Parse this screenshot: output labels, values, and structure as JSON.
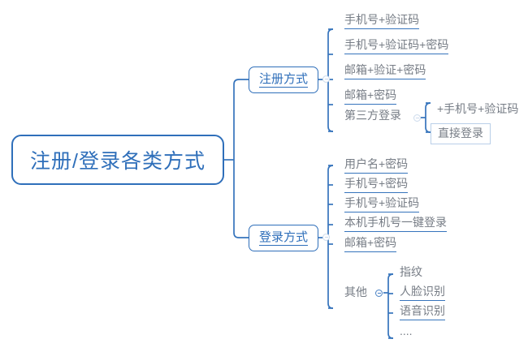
{
  "root": {
    "label": "注册/登录各类方式"
  },
  "branches": [
    {
      "label": "注册方式"
    },
    {
      "label": "登录方式"
    }
  ],
  "register_items": [
    {
      "label": "手机号+验证码"
    },
    {
      "label": "手机号+验证码+密码"
    },
    {
      "label": "邮箱+验证+密码"
    },
    {
      "label": "邮箱+密码"
    },
    {
      "label": "第三方登录"
    }
  ],
  "third_party_items": [
    {
      "label": "+手机号+验证码"
    },
    {
      "label": "直接登录"
    }
  ],
  "login_items": [
    {
      "label": "用户名+密码"
    },
    {
      "label": "手机号+密码"
    },
    {
      "label": "手机号+验证码"
    },
    {
      "label": "本机手机号一键登录"
    },
    {
      "label": "邮箱+密码"
    },
    {
      "label": "其他"
    }
  ],
  "other_items": [
    {
      "label": "指纹"
    },
    {
      "label": "人脸识别"
    },
    {
      "label": "语音识别"
    },
    {
      "label": "...."
    }
  ],
  "colors": {
    "accent": "#2f6fba",
    "line": "#3674bc",
    "leaf_text": "#767c85",
    "selected_border": "#b9cfe8",
    "background": "#ffffff"
  },
  "icons": {
    "collapse": "collapse-toggle-icon"
  }
}
